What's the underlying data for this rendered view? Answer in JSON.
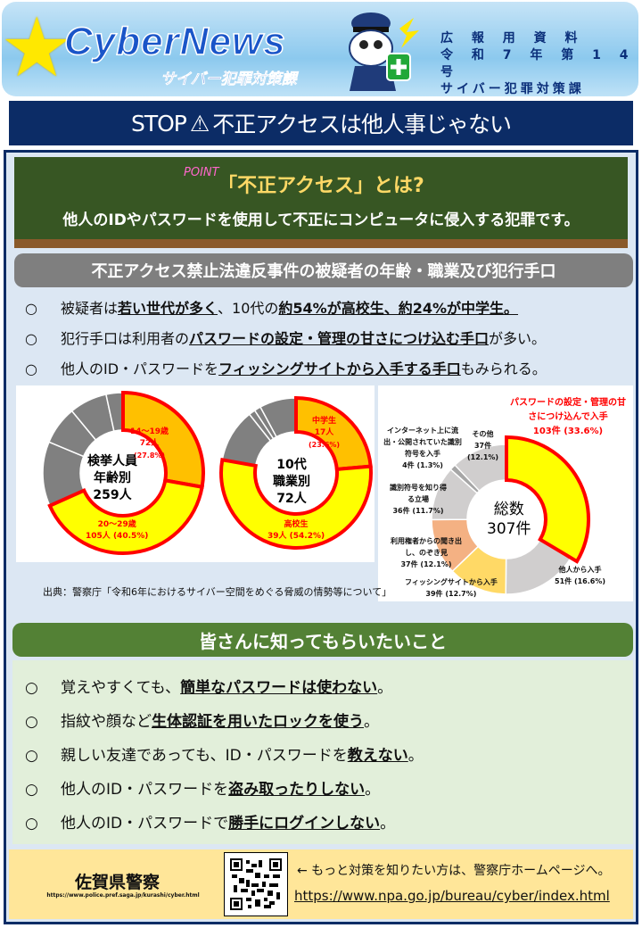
{
  "header": {
    "logo": "CyberNews",
    "logo_sub": "サイバー犯罪対策課",
    "issue_lines": [
      "広 報 用 資 料",
      "令 和 7 年 第 1 4 号",
      "サイバー犯罪対策課"
    ]
  },
  "title": {
    "stop": "STOP",
    "warning_icon": "⚠",
    "text": "不正アクセスは他人事じゃない"
  },
  "point": {
    "tag": "POINT",
    "title": "「不正アクセス」とは?",
    "text": "他人のIDやパスワードを使用して不正にコンピュータに侵入する犯罪です。"
  },
  "stats": {
    "heading": "不正アクセス禁止法違反事件の被疑者の年齢・職業及び犯行手口",
    "bullets": [
      {
        "a": "被疑者は",
        "b": "若い世代が多く",
        "c": "、10代の",
        "d": "約54%が高校生、約24%が中学生。"
      },
      {
        "a": "犯行手口は利用者の",
        "b": "パスワードの設定・管理の甘さにつけ込む手口",
        "c": "が多い。",
        "d": ""
      },
      {
        "a": "他人のID・パスワードを",
        "b": "フィッシングサイトから入手する手口",
        "c": "もみられる。",
        "d": ""
      }
    ],
    "bullet_mark": "○",
    "source": "出典：警察庁「令和6年におけるサイバー空間をめぐる脅威の情勢等について」"
  },
  "chart_data": [
    {
      "type": "pie",
      "title": "検挙人員 年齢別 259人",
      "center": [
        "検挙人員",
        "年齢別",
        "259人"
      ],
      "slices": [
        {
          "label": "14〜19歳",
          "count": "72人",
          "pct": "(27.8%)",
          "value": 27.8,
          "color": "#ffc000",
          "highlight": true
        },
        {
          "label": "20〜29歳",
          "count": "105人",
          "pct": "(40.5%)",
          "value": 40.5,
          "color": "#ffff00",
          "highlight": true
        },
        {
          "label": "",
          "value": 13.0,
          "color": "#808080"
        },
        {
          "label": "",
          "value": 7.7,
          "color": "#808080"
        },
        {
          "label": "",
          "value": 7.6,
          "color": "#808080"
        },
        {
          "label": "",
          "value": 3.4,
          "color": "#808080"
        }
      ]
    },
    {
      "type": "pie",
      "title": "10代 職業別 72人",
      "center": [
        "10代",
        "職業別",
        "72人"
      ],
      "slices": [
        {
          "label": "中学生",
          "count": "17人",
          "pct": "(23.6%)",
          "value": 23.6,
          "color": "#ffc000",
          "highlight": true
        },
        {
          "label": "高校生",
          "count": "39人",
          "pct": "(54.2%)",
          "value": 54.2,
          "color": "#ffff00",
          "highlight": true
        },
        {
          "label": "",
          "value": 11.5,
          "color": "#808080"
        },
        {
          "label": "",
          "value": 1.4,
          "color": "#808080"
        },
        {
          "label": "",
          "value": 1.4,
          "color": "#808080"
        },
        {
          "label": "",
          "value": 7.9,
          "color": "#808080"
        }
      ]
    },
    {
      "type": "pie",
      "title": "総数 307件",
      "center": [
        "総数",
        "307件"
      ],
      "slices": [
        {
          "label": "パスワードの設定・管理の甘さにつけ込んで入手",
          "count": "103件",
          "pct": "(33.6%)",
          "value": 33.6,
          "color": "#ffff00",
          "highlight": true
        },
        {
          "label": "他人から入手",
          "count": "51件",
          "pct": "(16.6%)",
          "value": 16.6,
          "color": "#d0cece"
        },
        {
          "label": "フィッシングサイトから入手",
          "count": "39件",
          "pct": "(12.7%)",
          "value": 12.7,
          "color": "#ffd966"
        },
        {
          "label": "利用権者からの聞き出し、のぞき見",
          "count": "37件",
          "pct": "(12.1%)",
          "value": 12.1,
          "color": "#f4b183"
        },
        {
          "label": "識別符号を知り得る立場",
          "count": "36件",
          "pct": "(11.7%)",
          "value": 11.7,
          "color": "#d0cece"
        },
        {
          "label": "インターネット上に流出・公開されていた識別符号を入手",
          "count": "4件",
          "pct": "(1.3%)",
          "value": 1.3,
          "color": "#a6a6a6"
        },
        {
          "label": "その他",
          "count": "37件",
          "pct": "(12.1%)",
          "value": 12.1,
          "color": "#d0cece"
        }
      ]
    }
  ],
  "tips": {
    "heading": "皆さんに知ってもらいたいこと",
    "items": [
      {
        "a": "覚えやすくても、",
        "b": "簡単なパスワードは使わない",
        "c": "。"
      },
      {
        "a": "指紋や顔など",
        "b": "生体認証を用いたロックを使う",
        "c": "。"
      },
      {
        "a": "親しい友達であっても、ID・パスワードを",
        "b": "教えない",
        "c": "。"
      },
      {
        "a": "他人のID・パスワードを",
        "b": "盗み取ったりしない",
        "c": "。"
      },
      {
        "a": "他人のID・パスワードで",
        "b": "勝手にログインしない",
        "c": "。"
      }
    ]
  },
  "footer": {
    "police": "佐賀県警察",
    "police_url": "https://www.police.pref.saga.jp/kurashi/cyber.html",
    "more": "← もっと対策を知りたい方は、警察庁ホームページへ。",
    "npa_url": "https://www.npa.go.jp/bureau/cyber/index.html"
  }
}
